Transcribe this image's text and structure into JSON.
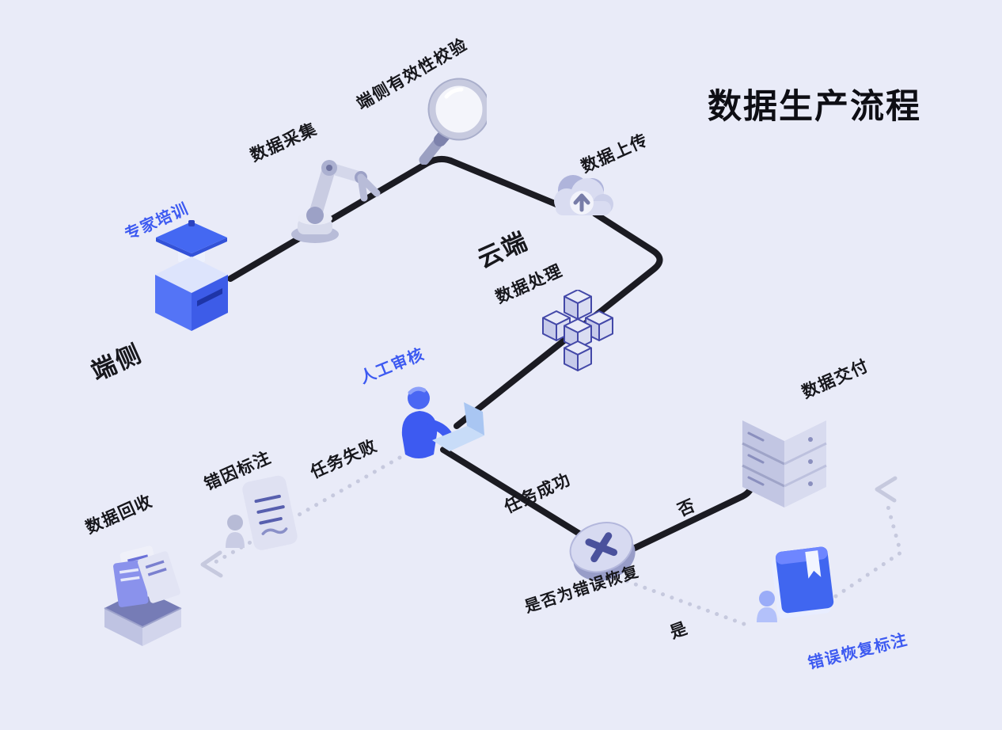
{
  "title": "数据生产流程",
  "zones": {
    "device": "端侧",
    "cloud": "云端"
  },
  "nodes": {
    "expert_training": {
      "label": "专家培训",
      "icon": "graduation-cap-box-icon"
    },
    "data_collection": {
      "label": "数据采集",
      "icon": "robot-arm-icon"
    },
    "device_validation": {
      "label": "端侧有效性校验",
      "icon": "magnifier-icon"
    },
    "data_upload": {
      "label": "数据上传",
      "icon": "cloud-upload-icon"
    },
    "data_processing": {
      "label": "数据处理",
      "icon": "cube-stack-icon"
    },
    "manual_review": {
      "label": "人工审核",
      "icon": "person-laptop-icon"
    },
    "error_cause_annotation": {
      "label": "错因标注",
      "icon": "person-document-icon"
    },
    "data_recycle": {
      "label": "数据回收",
      "icon": "box-documents-icon"
    },
    "decision": {
      "label": "是否为错误恢复",
      "icon": "decision-x-icon"
    },
    "data_delivery": {
      "label": "数据交付",
      "icon": "server-stack-icon"
    },
    "error_recovery_annotation": {
      "label": "错误恢复标注",
      "icon": "book-person-icon"
    }
  },
  "edges": {
    "task_failed": "任务失败",
    "task_success": "任务成功",
    "no": "否",
    "yes": "是"
  },
  "colors": {
    "background": "#E9EBF8",
    "line": "#1B1B22",
    "dotted": "#C6C9DE",
    "accent": "#3D5AF1",
    "text": "#17171C"
  }
}
